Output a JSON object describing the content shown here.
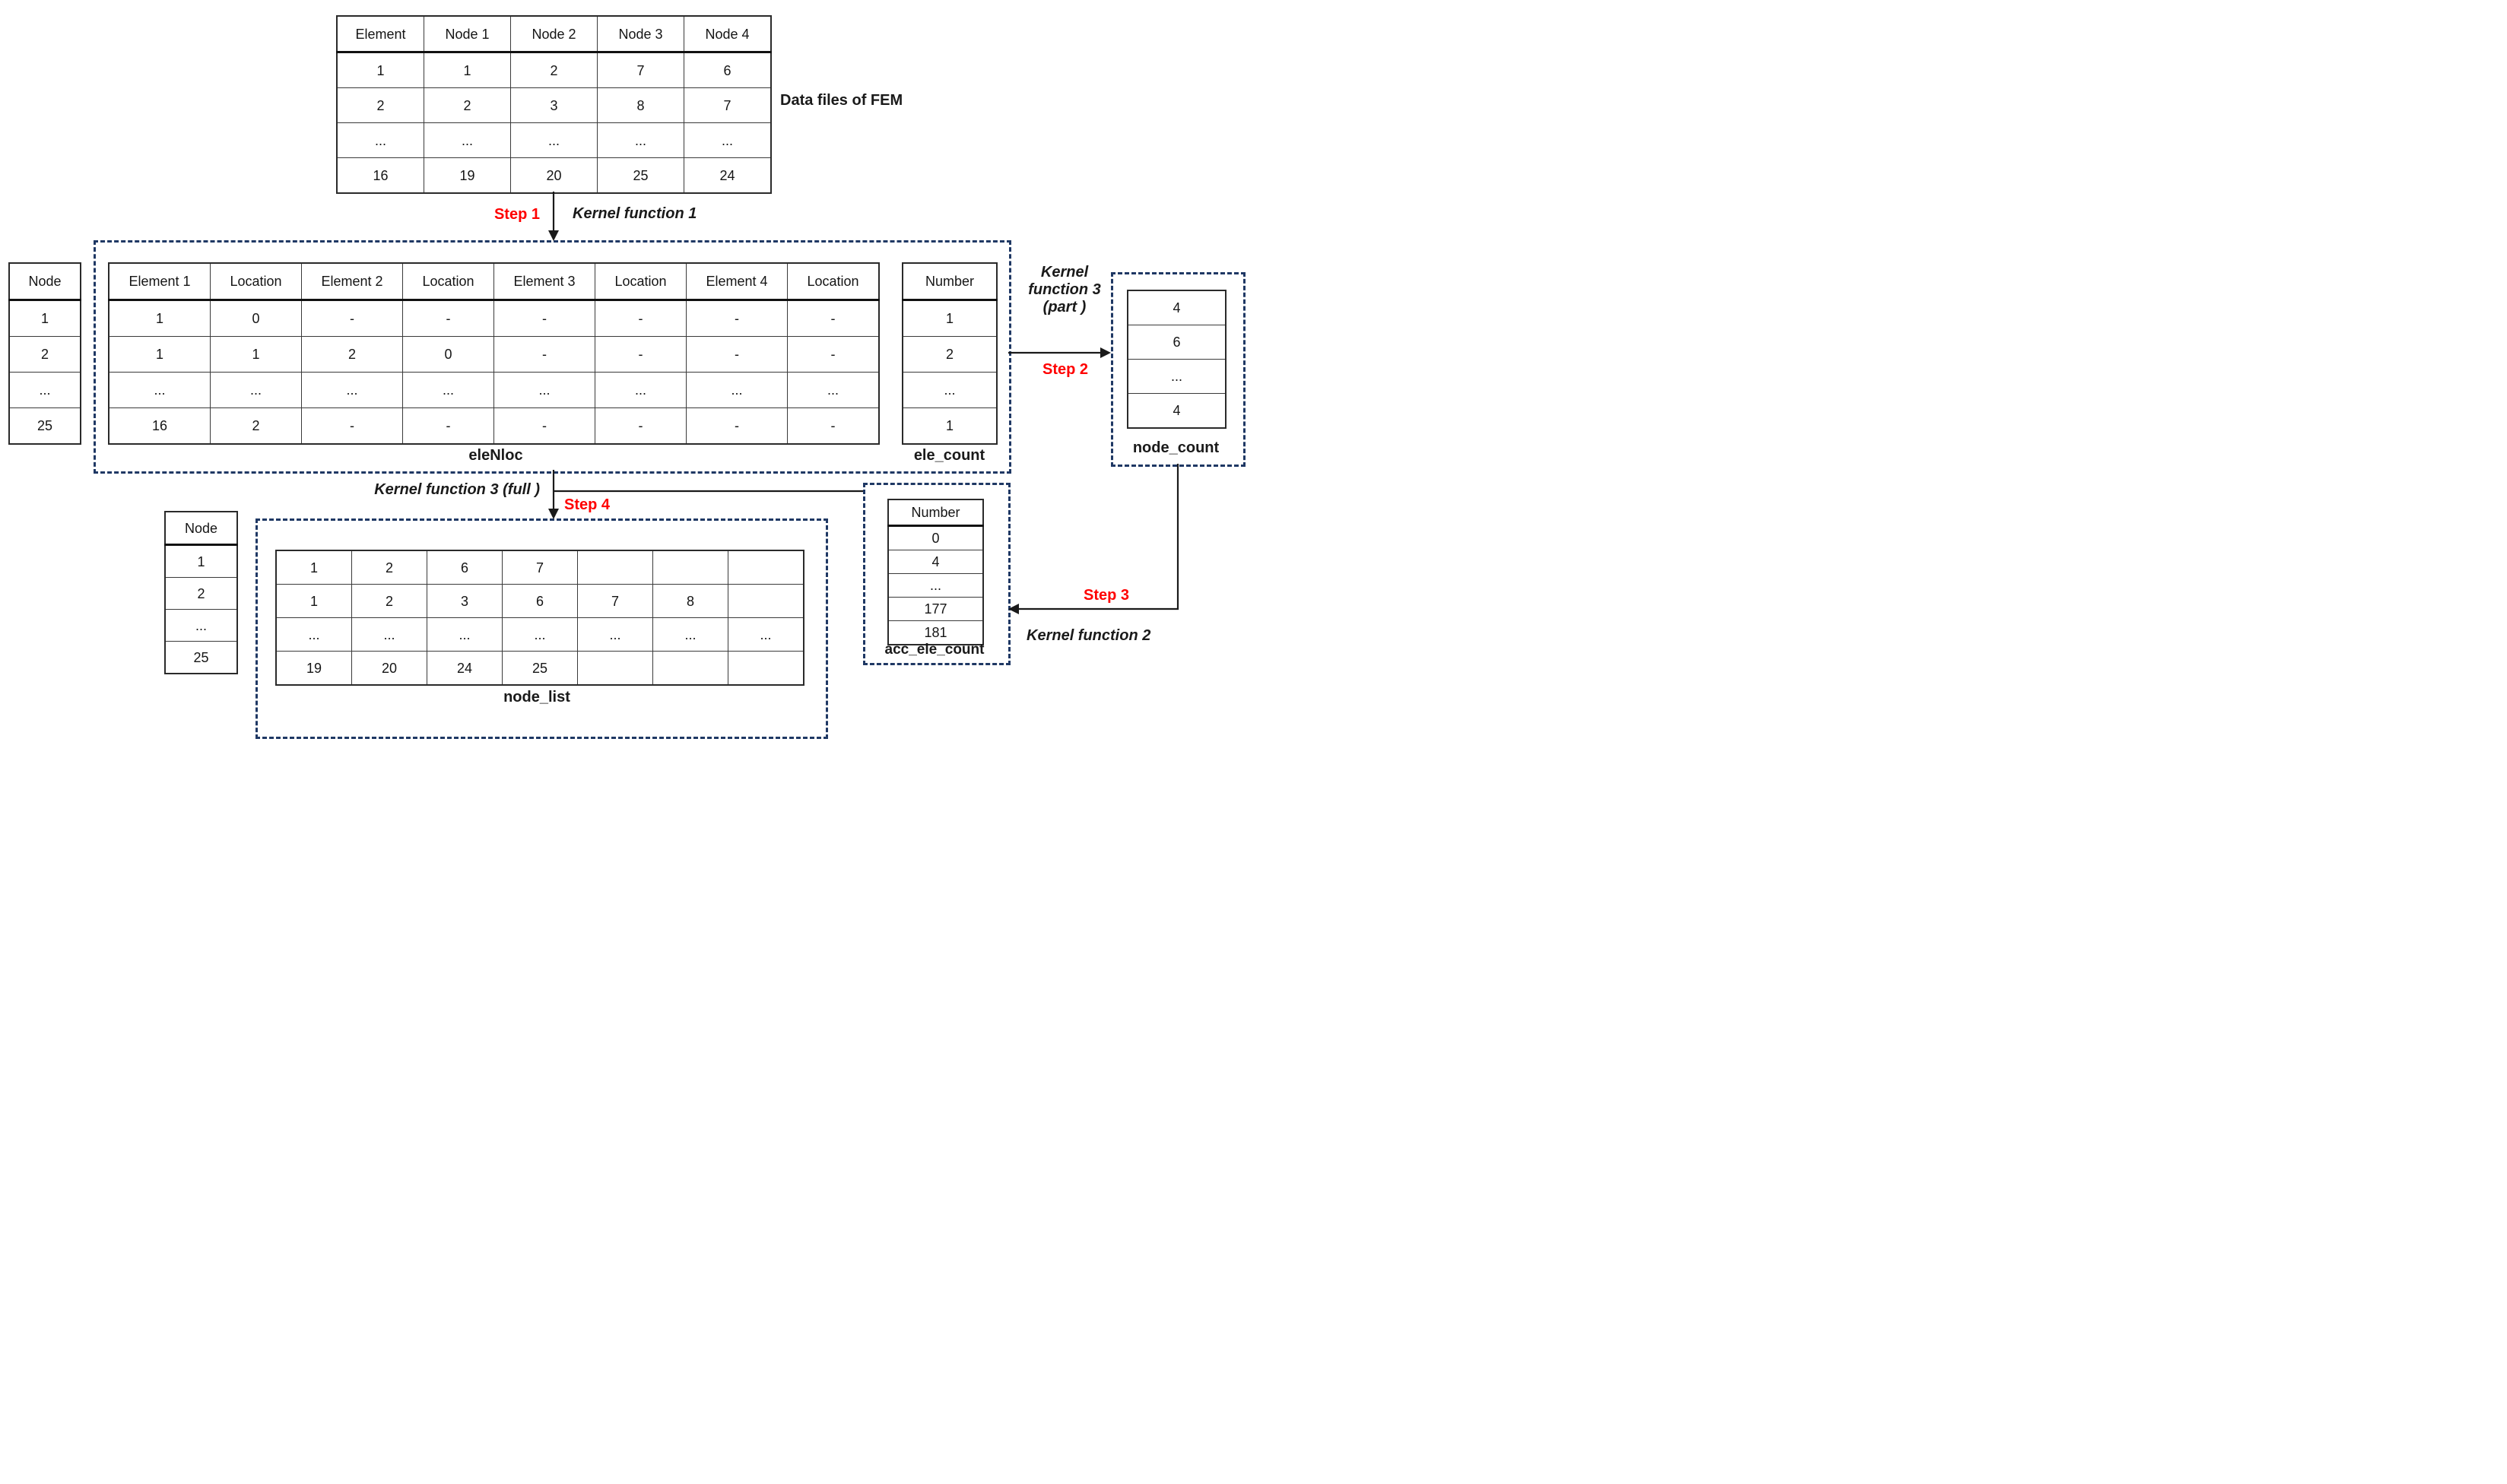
{
  "fem": {
    "label": "Data files of FEM",
    "headers": [
      "Element",
      "Node 1",
      "Node 2",
      "Node 3",
      "Node 4"
    ],
    "rows": [
      [
        "1",
        "1",
        "2",
        "7",
        "6"
      ],
      [
        "2",
        "2",
        "3",
        "8",
        "7"
      ],
      [
        "...",
        "...",
        "...",
        "...",
        "..."
      ],
      [
        "16",
        "19",
        "20",
        "25",
        "24"
      ]
    ]
  },
  "flow": {
    "step1": "Step 1",
    "step2": "Step 2",
    "step3": "Step 3",
    "step4": "Step 4",
    "kernel1": "Kernel function 1",
    "kernel2": "Kernel function 2",
    "kernel3_part_line1": "Kernel",
    "kernel3_part_line2": "function 3",
    "kernel3_part_line3": "(part )",
    "kernel3_full": "Kernel function 3  (full )"
  },
  "node_top": {
    "header": "Node",
    "rows": [
      "1",
      "2",
      "...",
      "25"
    ]
  },
  "elenloc": {
    "label": "eleNloc",
    "headers": [
      "Element 1",
      "Location",
      "Element 2",
      "Location",
      "Element 3",
      "Location",
      "Element 4",
      "Location"
    ],
    "rows": [
      [
        "1",
        "0",
        "-",
        "-",
        "-",
        "-",
        "-",
        "-"
      ],
      [
        "1",
        "1",
        "2",
        "0",
        "-",
        "-",
        "-",
        "-"
      ],
      [
        "...",
        "...",
        "...",
        "...",
        "...",
        "...",
        "...",
        "..."
      ],
      [
        "16",
        "2",
        "-",
        "-",
        "-",
        "-",
        "-",
        "-"
      ]
    ]
  },
  "ele_count": {
    "label": "ele_count",
    "header": "Number",
    "rows": [
      "1",
      "2",
      "...",
      "1"
    ]
  },
  "node_count": {
    "label": "node_count",
    "rows": [
      "4",
      "6",
      "...",
      "4"
    ]
  },
  "acc_ele_count": {
    "label": "acc_ele_count",
    "header": "Number",
    "rows": [
      "0",
      "4",
      "...",
      "177",
      "181"
    ]
  },
  "node_bottom": {
    "header": "Node",
    "rows": [
      "1",
      "2",
      "...",
      "25"
    ]
  },
  "node_list": {
    "label": "node_list",
    "rows": [
      [
        "1",
        "2",
        "6",
        "7",
        "",
        "",
        ""
      ],
      [
        "1",
        "2",
        "3",
        "6",
        "7",
        "8",
        ""
      ],
      [
        "...",
        "...",
        "...",
        "...",
        "...",
        "...",
        "..."
      ],
      [
        "19",
        "20",
        "24",
        "25",
        "",
        "",
        ""
      ]
    ]
  },
  "colors": {
    "dash_border": "#1f3864",
    "step_red": "#ff0000"
  }
}
